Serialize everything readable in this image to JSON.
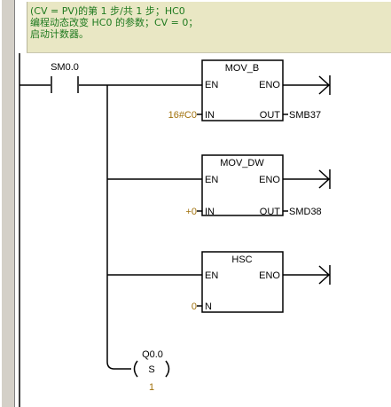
{
  "comment": {
    "lines": [
      "(CV = PV)的第 1 步/共 1 步；HC0",
      "编程动态改变 HC0 的参数；CV = 0；",
      "启动计数器。"
    ]
  },
  "contact": {
    "address": "SM0.0"
  },
  "boxes": [
    {
      "title": "MOV_B",
      "en": "EN",
      "eno": "ENO",
      "input_pin": "IN",
      "input_value": "16#C0",
      "output_pin": "OUT",
      "output_value": "SMB37"
    },
    {
      "title": "MOV_DW",
      "en": "EN",
      "eno": "ENO",
      "input_pin": "IN",
      "input_value": "+0",
      "output_pin": "OUT",
      "output_value": "SMD38"
    },
    {
      "title": "HSC",
      "en": "EN",
      "eno": "ENO",
      "input_pin": "N",
      "input_value": "0"
    }
  ],
  "coil": {
    "address": "Q0.0",
    "type": "S",
    "count": "1"
  },
  "colors": {
    "ladder": "#000000",
    "operand_value": "#a0700a",
    "comment_text": "#1f7a1f",
    "comment_bg": "#e9e7c4"
  }
}
